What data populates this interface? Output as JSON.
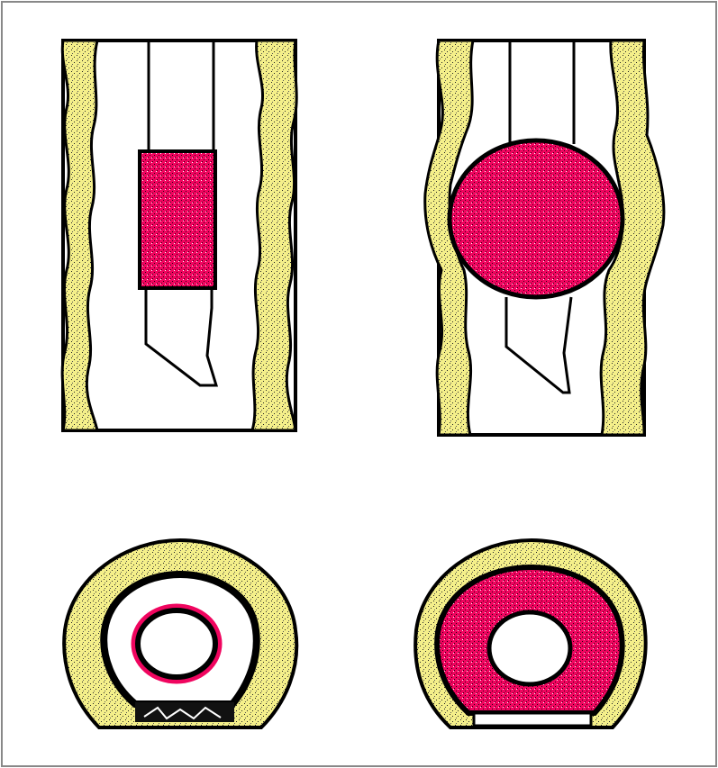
{
  "diagram": {
    "panels": [
      {
        "id": "longitudinal-deflated",
        "balloon": "deflated",
        "view": "longitudinal"
      },
      {
        "id": "longitudinal-inflated",
        "balloon": "inflated",
        "view": "longitudinal"
      },
      {
        "id": "cross-section-deflated",
        "balloon": "deflated",
        "view": "cross-section"
      },
      {
        "id": "cross-section-inflated",
        "balloon": "inflated",
        "view": "cross-section"
      }
    ],
    "colors": {
      "plaque": "#f4ef8a",
      "plaque_speckle": "#111111",
      "balloon": "#f0055f",
      "outline": "#000000",
      "background": "#ffffff",
      "frame": "#888888"
    }
  }
}
